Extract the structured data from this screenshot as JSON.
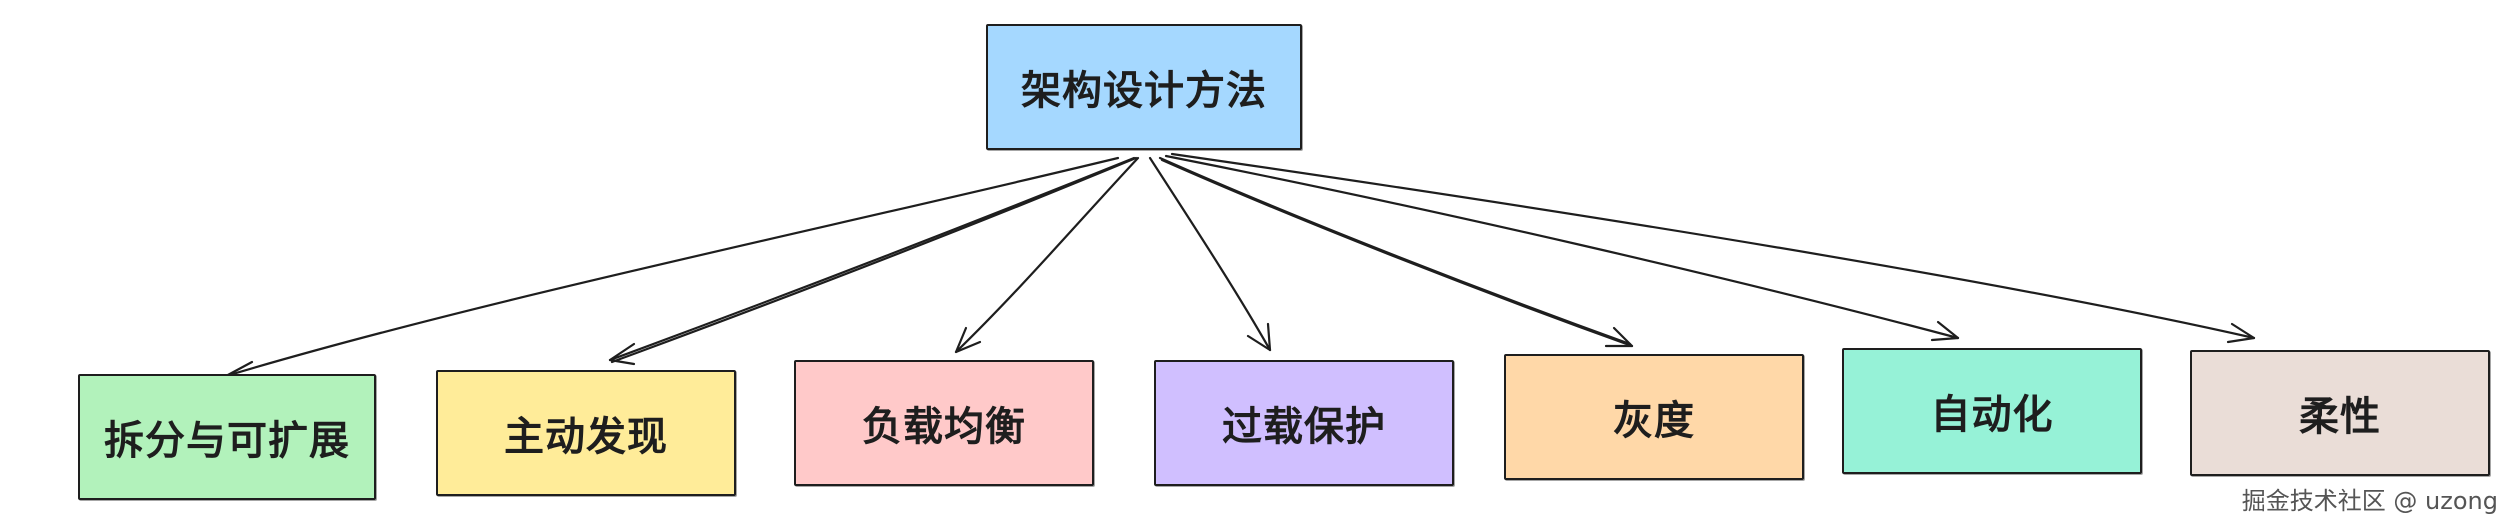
{
  "root": {
    "label": "架构设计方法",
    "color": "#a5d8ff"
  },
  "children": [
    {
      "label": "拆分与可扩展",
      "color": "#b2f2bb"
    },
    {
      "label": "主动发现",
      "color": "#ffec99"
    },
    {
      "label": "负载均衡",
      "color": "#ffc9c9"
    },
    {
      "label": "过载保护",
      "color": "#d0bfff"
    },
    {
      "label": "灰度",
      "color": "#ffd8a8"
    },
    {
      "label": "自动化",
      "color": "#96f2d7"
    },
    {
      "label": "柔性",
      "color": "#eaddd7"
    }
  ],
  "watermark": "掘金技术社区 @ uzong"
}
